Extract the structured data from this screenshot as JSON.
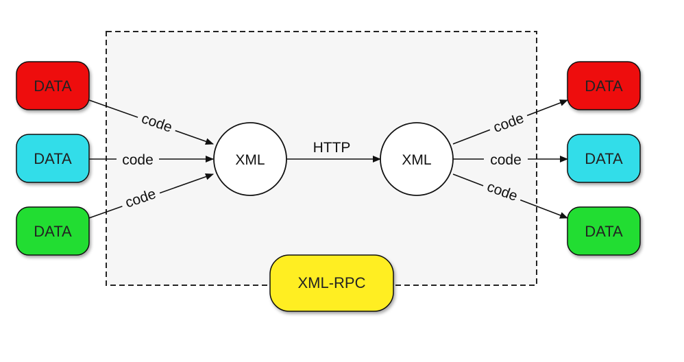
{
  "diagram": {
    "title": "",
    "colors": {
      "red": "#ee1111",
      "cyan": "#33dde9",
      "green": "#22dd33",
      "yellow": "#ffee22",
      "frame": "#f6f6f6",
      "stroke": "#111111"
    },
    "left_nodes": [
      {
        "label": "DATA",
        "color": "red"
      },
      {
        "label": "DATA",
        "color": "cyan"
      },
      {
        "label": "DATA",
        "color": "green"
      }
    ],
    "right_nodes": [
      {
        "label": "DATA",
        "color": "red"
      },
      {
        "label": "DATA",
        "color": "cyan"
      },
      {
        "label": "DATA",
        "color": "green"
      }
    ],
    "left_edges": [
      {
        "label": "code"
      },
      {
        "label": "code"
      },
      {
        "label": "code"
      }
    ],
    "right_edges": [
      {
        "label": "code"
      },
      {
        "label": "code"
      },
      {
        "label": "code"
      }
    ],
    "left_xml": {
      "label": "XML"
    },
    "right_xml": {
      "label": "XML"
    },
    "transport": {
      "label": "HTTP"
    },
    "container": {
      "label": "XML-RPC"
    }
  }
}
